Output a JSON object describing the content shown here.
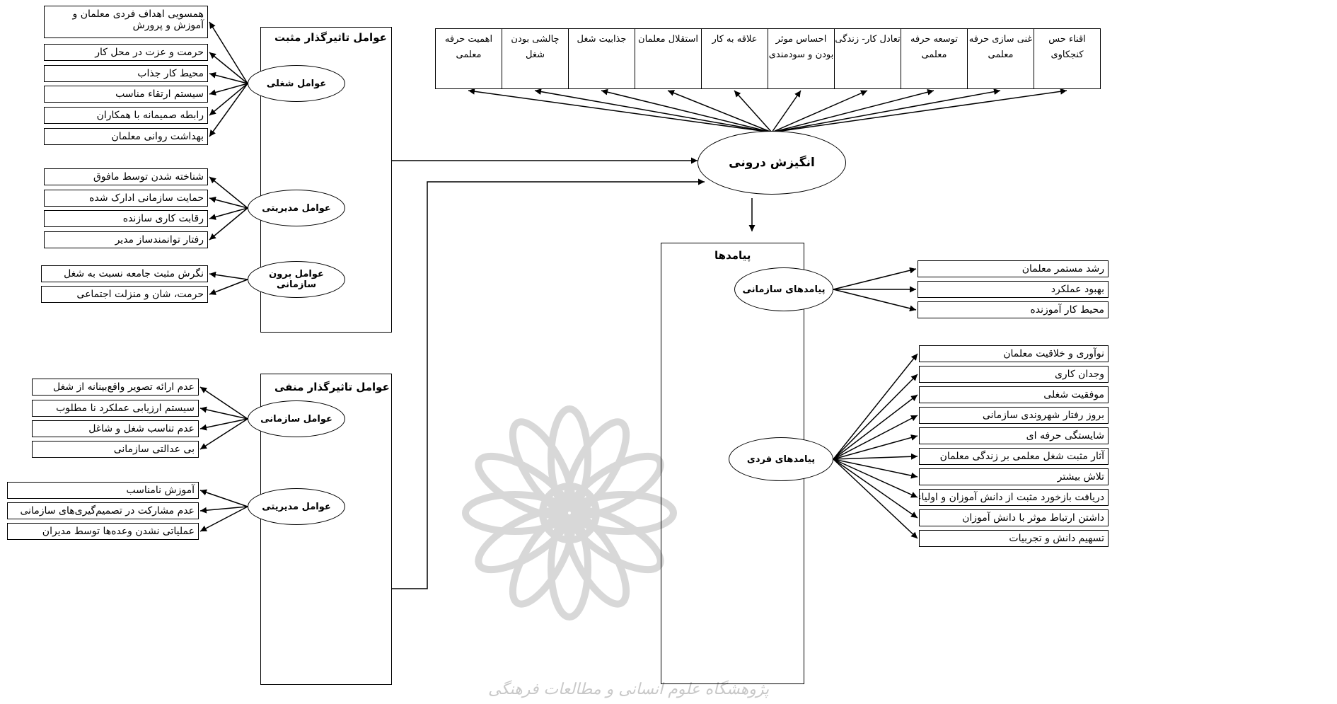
{
  "positive_panel": {
    "title": "عوامل تاثیرگذار مثبت",
    "groups": [
      {
        "label": "عوامل شغلی",
        "items": [
          "همسویی اهداف فردی معلمان و آموزش و پرورش",
          "حرمت و عزت در محل کار",
          "محیط کار جذاب",
          "سیستم ارتقاء مناسب",
          "رابطه صمیمانه با همکاران",
          "بهداشت روانی معلمان"
        ]
      },
      {
        "label": "عوامل مدیریتی",
        "items": [
          "شناخته شدن توسط مافوق",
          "حمایت سازمانی ادارک شده",
          "رقابت کاری سازنده",
          "رفتار توانمندساز مدیر"
        ]
      },
      {
        "label": "عوامل برون سازمانی",
        "items": [
          "نگرش مثبت جامعه نسبت به شغل",
          "حرمت، شان و منزلت اجتماعی"
        ]
      }
    ]
  },
  "negative_panel": {
    "title": "عوامل تاثیرگذار منفی",
    "groups": [
      {
        "label": "عوامل سازمانی",
        "items": [
          "عدم ارائه تصویر واقع‌بینانه از شغل",
          "سیستم ارزیابی عملکرد نا مطلوب",
          "عدم تناسب شغل و شاغل",
          "بی عدالتی سازمانی"
        ]
      },
      {
        "label": "عوامل مدیریتی",
        "items": [
          "آموزش نامناسب",
          "عدم مشارکت در تصمیم‌گیری‌های سازمانی",
          "عملیاتی نشدن وعده‌ها توسط مدیران"
        ]
      }
    ]
  },
  "center": {
    "label": "انگیزش درونی"
  },
  "top_items": [
    "اهمیت حرفه معلمی",
    "چالشی بودن شغل",
    "جذابیت شغل",
    "استقلال معلمان",
    "علاقه به کار",
    "احساس موثر بودن و سودمندی",
    "تعادل کار- زندگی",
    "توسعه حرفه معلمی",
    "غنی سازی حرفه معلمی",
    "اقناء حس کنجکاوی"
  ],
  "outcomes_panel": {
    "title": "پیامدها",
    "groups": [
      {
        "label": "پیامدهای سازمانی",
        "items": [
          "رشد مستمر معلمان",
          "بهبود عملکرد",
          "محیط کار آموزنده"
        ]
      },
      {
        "label": "پیامدهای فردی",
        "items": [
          "نوآوری و خلاقیت معلمان",
          "وجدان کاری",
          "موفقیت شغلی",
          "بروز رفتار شهروندی سازمانی",
          "شایستگی حرفه ای",
          "آثار مثبت شغل معلمی بر زندگی معلمان",
          "تلاش بیشتر",
          "دریافت بازخورد مثبت از دانش آموزان و اولیاء",
          "داشتن ارتباط موثر با دانش آموزان",
          "تسهیم دانش و تجربیات"
        ]
      }
    ]
  },
  "watermark": "پژوهشگاه علوم انسانی و مطالعات فرهنگی"
}
